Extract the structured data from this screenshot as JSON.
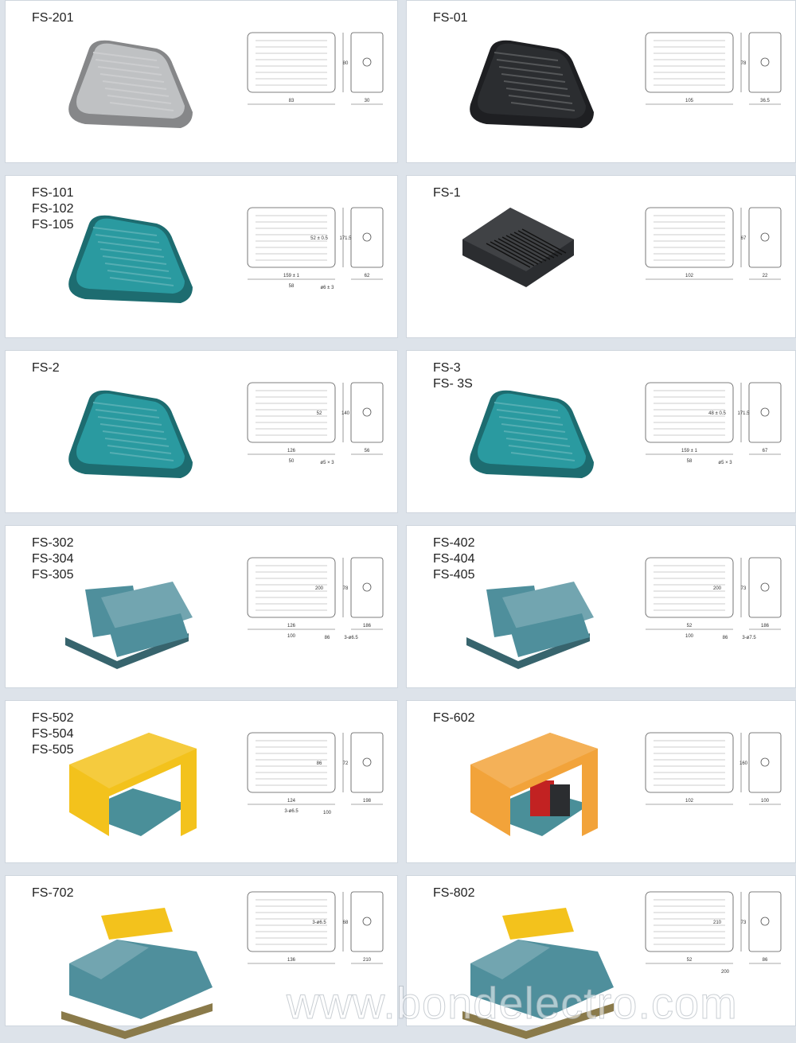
{
  "colors": {
    "background": "#dde3ea",
    "teal": "#2a9aa0",
    "teal_top": "#3cb7b9",
    "blue_gray": "#4f8f9c",
    "yellow": "#f3c21c",
    "orange": "#f2a33a",
    "gray": "#bfc1c3",
    "black": "#2b2d30",
    "red": "#c22222"
  },
  "products": [
    {
      "models": [
        "FS-201"
      ],
      "kind": "wedge",
      "color": "gray",
      "dimensions": [
        "83",
        "80",
        "30"
      ]
    },
    {
      "models": [
        "FS-01"
      ],
      "kind": "wedge",
      "color": "black",
      "dimensions": [
        "105",
        "78",
        "36.5"
      ]
    },
    {
      "models": [
        "FS-101",
        "FS-102",
        "FS-105"
      ],
      "kind": "wedge",
      "color": "teal",
      "dimensions": [
        "159 ± 1",
        "171.5",
        "62",
        "52 ± 0.5",
        "ø6 ± 3",
        "58"
      ]
    },
    {
      "models": [
        "FS-1"
      ],
      "kind": "flat",
      "color": "black",
      "dimensions": [
        "102",
        "67",
        "22"
      ]
    },
    {
      "models": [
        "FS-2"
      ],
      "kind": "wedge",
      "color": "teal",
      "dimensions": [
        "126",
        "140",
        "56",
        "52",
        "ø5 × 3",
        "50"
      ]
    },
    {
      "models": [
        "FS-3",
        "FS- 3S"
      ],
      "kind": "wedge",
      "color": "teal",
      "dimensions": [
        "159 ± 1",
        "171.5",
        "67",
        "48 ± 0.5",
        "ø5 × 3",
        "58"
      ]
    },
    {
      "models": [
        "FS-302",
        "FS-304",
        "FS-305"
      ],
      "kind": "guarded",
      "color": "blue_gray",
      "dimensions": [
        "126",
        "78",
        "186",
        "200",
        "86",
        "100",
        "3-ø6.5"
      ]
    },
    {
      "models": [
        "FS-402",
        "FS-404",
        "FS-405"
      ],
      "kind": "guarded",
      "color": "blue_gray",
      "dimensions": [
        "52",
        "73",
        "186",
        "200",
        "86",
        "100",
        "3-ø7.5"
      ]
    },
    {
      "models": [
        "FS-502",
        "FS-504",
        "FS-505"
      ],
      "kind": "cover",
      "color": "yellow",
      "dimensions": [
        "124",
        "72",
        "198",
        "86",
        "100",
        "3-ø6.5"
      ]
    },
    {
      "models": [
        "FS-602"
      ],
      "kind": "cover",
      "color": "orange",
      "dimensions": [
        "102",
        "160",
        "100"
      ]
    },
    {
      "models": [
        "FS-702"
      ],
      "kind": "double",
      "color": "blue_gray",
      "dimensions": [
        "136",
        "68",
        "210",
        "3-ø6.5"
      ]
    },
    {
      "models": [
        "FS-802"
      ],
      "kind": "double",
      "color": "blue_gray",
      "dimensions": [
        "52",
        "73",
        "86",
        "210",
        "200"
      ]
    }
  ],
  "watermark": "www.bondelectro.com"
}
